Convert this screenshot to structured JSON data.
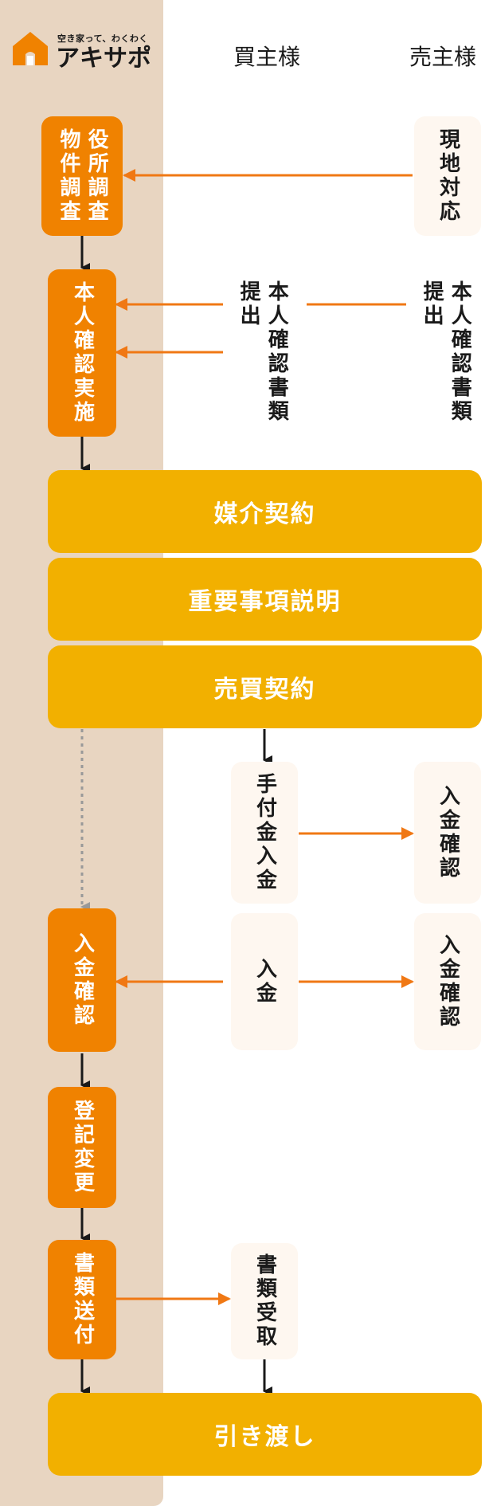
{
  "logo": {
    "tagline": "空き家って、わくわく",
    "name": "アキサポ"
  },
  "columns": {
    "buyer": "買主様",
    "seller": "売主様"
  },
  "nodes": {
    "survey": "役所調査\n物件調査",
    "seller_site": "現地対応",
    "identity_check": "本人確認実施",
    "buyer_id_docs": "本人確認書類\n提出",
    "seller_id_docs": "本人確認書類\n提出",
    "brokerage": "媒介契約",
    "important_matters": "重要事項説明",
    "sales_contract": "売買契約",
    "deposit_payment": "手付金入金",
    "seller_deposit_confirm": "入金確認",
    "payment_confirm": "入金確認",
    "buyer_payment": "入金",
    "seller_payment_confirm": "入金確認",
    "registration_change": "登記変更",
    "document_sending": "書類送付",
    "document_receipt": "書類受取",
    "handover": "引き渡し"
  },
  "colors": {
    "lane": "#e8d5c1",
    "orange_box": "#f08200",
    "yellow_bar": "#f2b000",
    "light_box": "#fef7f0",
    "orange_arrow": "#f07814",
    "black_arrow": "#1a1a1a",
    "dotted_arrow": "#999999"
  }
}
